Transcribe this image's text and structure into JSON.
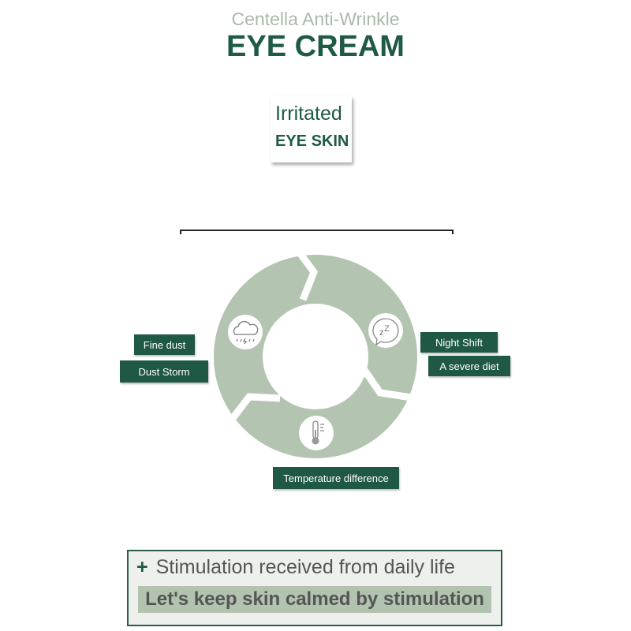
{
  "header": {
    "subtitle": "Centella Anti-Wrinkle",
    "title": "EYE CREAM"
  },
  "card": {
    "line1": "Irritated",
    "line2": "EYE SKIN"
  },
  "cycle": {
    "icons": [
      "cloud-storm-icon",
      "sleep-zz-icon",
      "thermometer-icon"
    ],
    "ring_color": "#b3c4b1",
    "tag_color": "#1f5845",
    "labels": {
      "fine_dust": "Fine dust",
      "dust_storm": "Dust Storm",
      "night_shift": "Night Shift",
      "severe_diet": "A severe diet",
      "temperature": "Temperature difference"
    }
  },
  "footer": {
    "plus": "+",
    "line1": "Stimulation received from daily life",
    "line2": "Let's keep skin calmed by stimulation"
  }
}
